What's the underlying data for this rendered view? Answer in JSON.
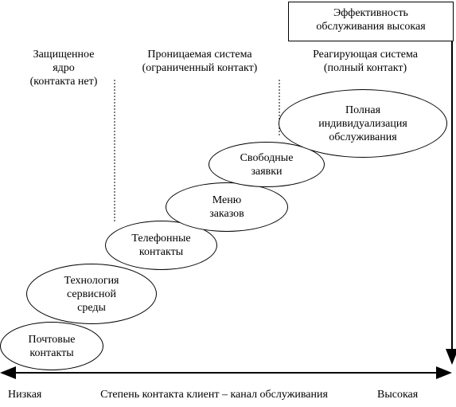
{
  "efficiency_box": {
    "line1": "Эффективность",
    "line2": "обслуживания высокая"
  },
  "zones": [
    {
      "line1": "Защищенное",
      "line2": "ядро",
      "line3": "(контакта нет)"
    },
    {
      "line1": "Проницаемая система",
      "line2": "(ограниченный контакт)"
    },
    {
      "line1": "Реагирующая система",
      "line2": "(полный контакт)"
    }
  ],
  "channels": [
    {
      "line1": "Почтовые",
      "line2": "контакты"
    },
    {
      "line1": "Технология",
      "line2": "сервисной",
      "line3": "среды"
    },
    {
      "line1": "Телефонные",
      "line2": "контакты"
    },
    {
      "line1": "Меню",
      "line2": "заказов"
    },
    {
      "line1": "Свободные",
      "line2": "заявки"
    },
    {
      "line1": "Полная",
      "line2": "индивидуализация",
      "line3": "обслуживания"
    }
  ],
  "axis": {
    "low": "Низкая",
    "title": "Степень контакта клиент – канал обслуживания",
    "high": "Высокая"
  }
}
